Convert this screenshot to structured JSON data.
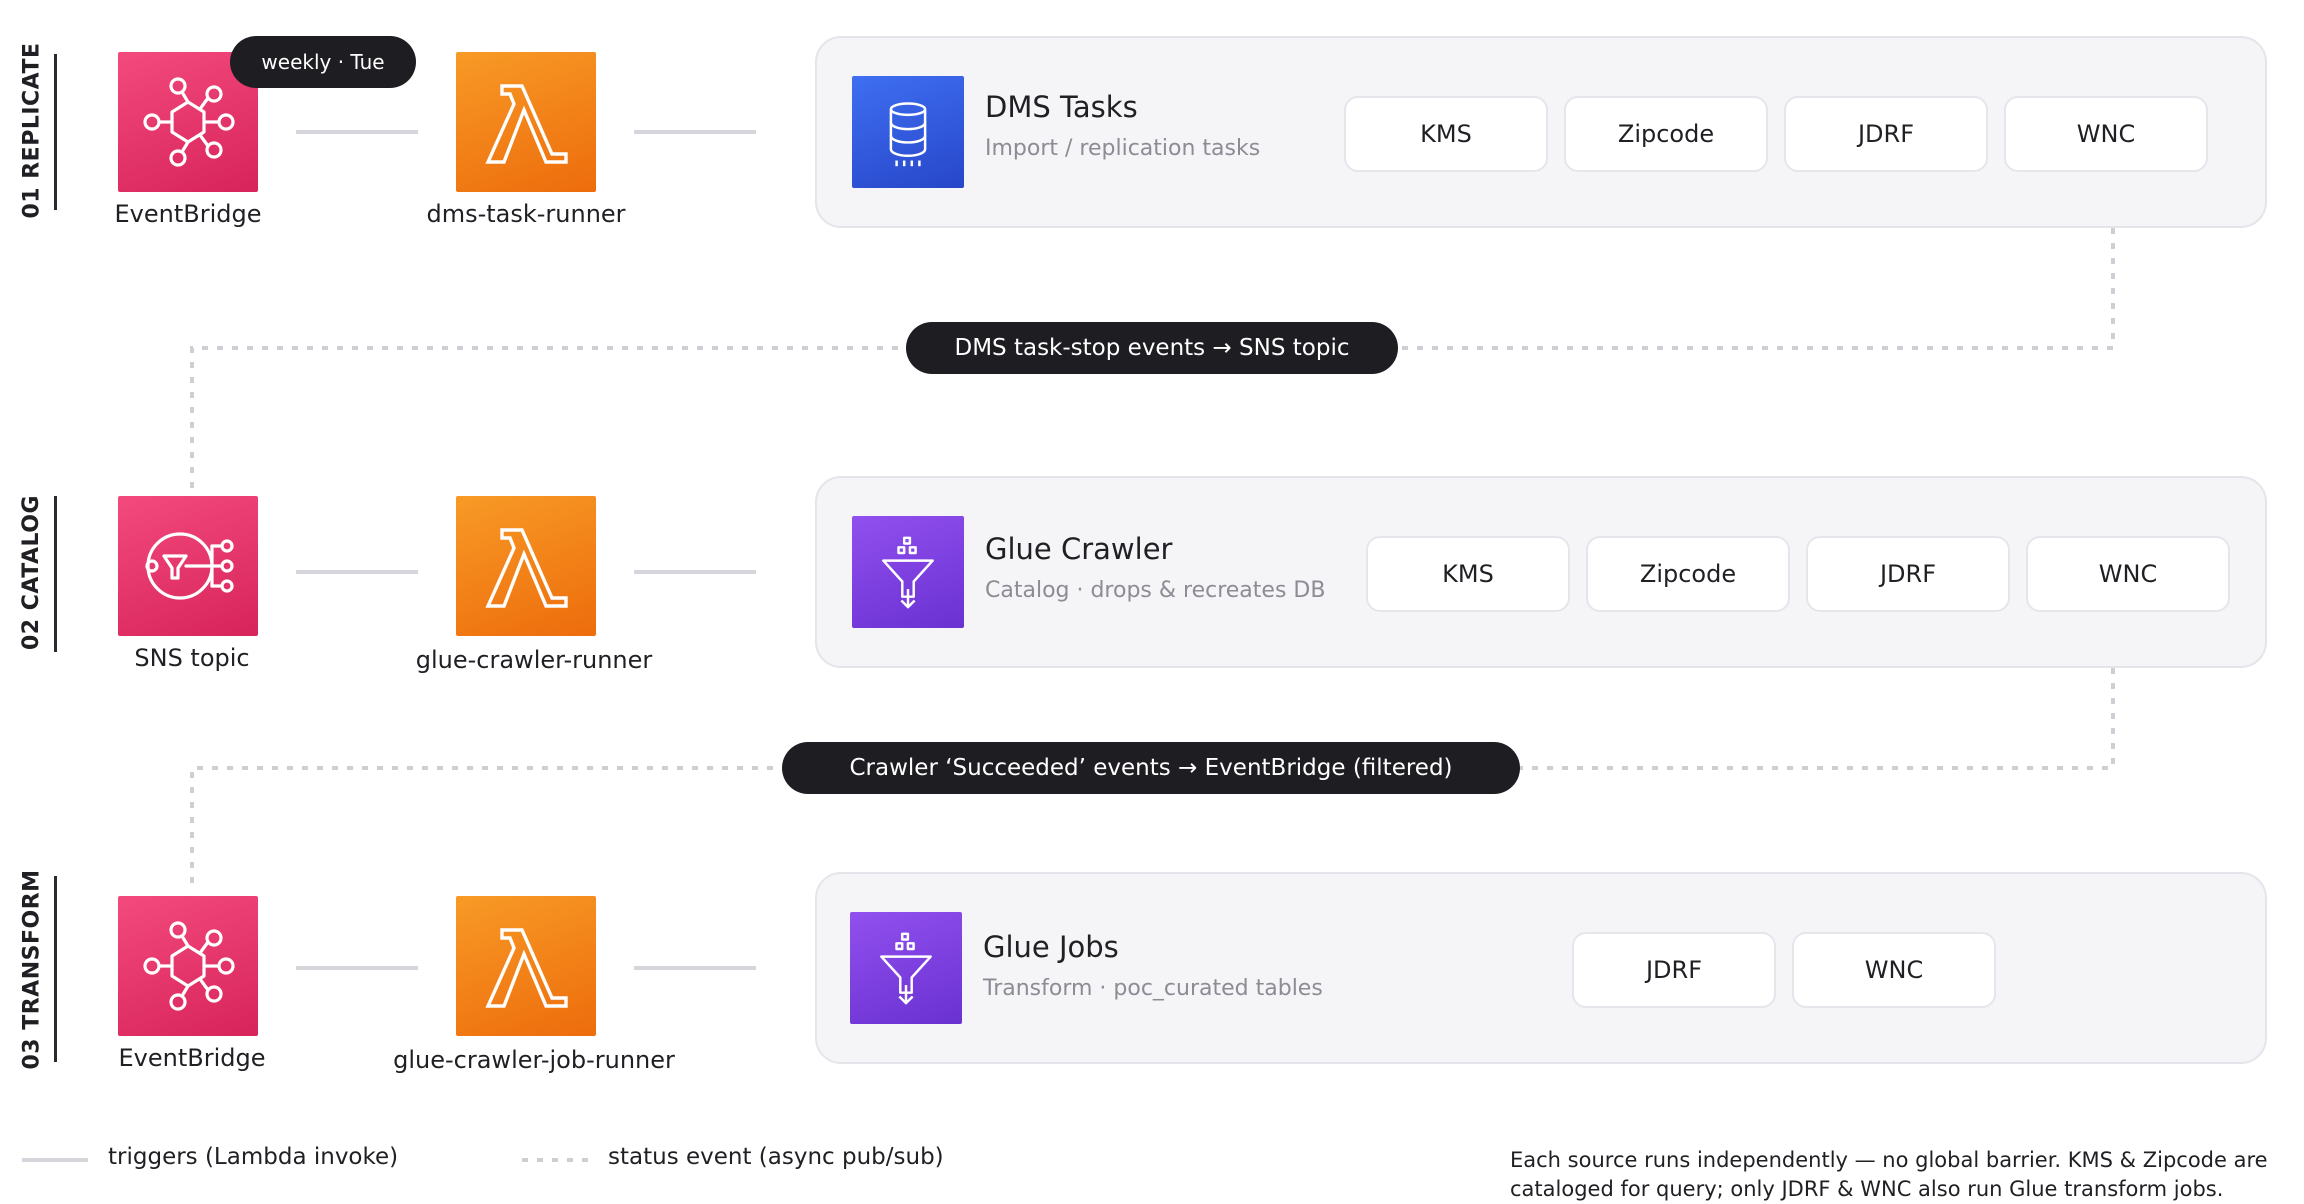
{
  "stages": [
    {
      "label": "01 REPLICATE",
      "trigger": {
        "caption": "EventBridge",
        "icon": "eventbridge-icon",
        "badge": "weekly · Tue"
      },
      "lambda": {
        "caption": "dms-task-runner",
        "icon": "lambda-icon"
      },
      "service": {
        "title": "DMS Tasks",
        "subtitle": "Import / replication tasks",
        "icon": "dms-database-icon",
        "chips": [
          "KMS",
          "Zipcode",
          "JDRF",
          "WNC"
        ]
      }
    },
    {
      "label": "02 CATALOG",
      "trigger": {
        "caption": "SNS topic",
        "icon": "sns-icon"
      },
      "lambda": {
        "caption": "glue-crawler-runner",
        "icon": "lambda-icon"
      },
      "service": {
        "title": "Glue Crawler",
        "subtitle": "Catalog · drops & recreates DB",
        "icon": "glue-funnel-icon",
        "chips": [
          "KMS",
          "Zipcode",
          "JDRF",
          "WNC"
        ]
      }
    },
    {
      "label": "03 TRANSFORM",
      "trigger": {
        "caption": "EventBridge",
        "icon": "eventbridge-icon"
      },
      "lambda": {
        "caption": "glue-crawler-job-runner",
        "icon": "lambda-icon"
      },
      "service": {
        "title": "Glue Jobs",
        "subtitle": "Transform · poc_curated tables",
        "icon": "glue-funnel-icon",
        "chips": [
          "JDRF",
          "WNC"
        ]
      }
    }
  ],
  "events": [
    {
      "label": "DMS task-stop events → SNS topic"
    },
    {
      "label": "Crawler ‘Succeeded’ events → EventBridge (filtered)"
    }
  ],
  "legend": {
    "solid": "triggers (Lambda invoke)",
    "dashed": "status event (async pub/sub)"
  },
  "footnote": {
    "line1": "Each source runs independently — no global barrier. KMS & Zipcode are",
    "line2": "cataloged for query; only JDRF & WNC also run Glue transform jobs."
  },
  "colors": {
    "eventbridge_pink": "#e7336c",
    "lambda_orange": "#f47f16",
    "dms_blue": "#3358e0",
    "glue_purple": "#7c3fe0",
    "pill_dark": "#1d1d22",
    "panel_bg": "#f5f4f7"
  }
}
